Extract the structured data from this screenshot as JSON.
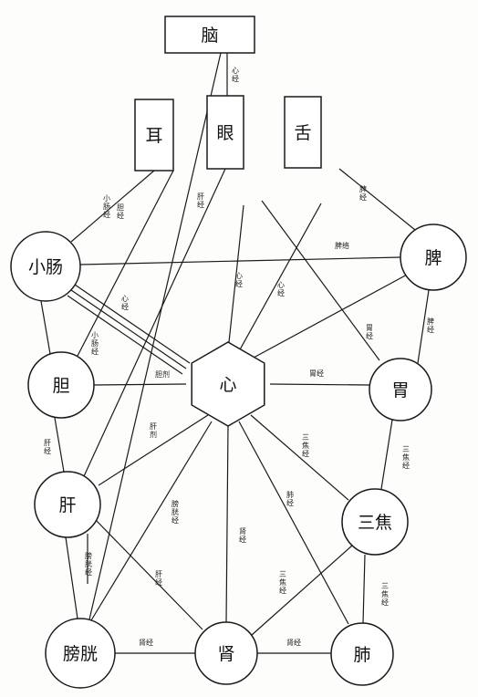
{
  "nodes": {
    "nao": {
      "label": "脑",
      "shape": "rect"
    },
    "er": {
      "label": "耳",
      "shape": "rect"
    },
    "yan": {
      "label": "眼",
      "shape": "rect"
    },
    "she": {
      "label": "舌",
      "shape": "rect"
    },
    "xiaochang": {
      "label": "小肠",
      "shape": "circle"
    },
    "pi": {
      "label": "脾",
      "shape": "circle"
    },
    "dan": {
      "label": "胆",
      "shape": "circle"
    },
    "xin": {
      "label": "心",
      "shape": "hexagon"
    },
    "wei": {
      "label": "胃",
      "shape": "circle"
    },
    "gan": {
      "label": "肝",
      "shape": "circle"
    },
    "sanjiao": {
      "label": "三焦",
      "shape": "circle"
    },
    "pangguang": {
      "label": "膀胱",
      "shape": "circle"
    },
    "shen": {
      "label": "肾",
      "shape": "circle"
    },
    "fei": {
      "label": "肺",
      "shape": "circle"
    }
  },
  "edges": [
    {
      "from": "nao",
      "to": "yan",
      "label": "心经"
    },
    {
      "from": "nao",
      "to": "pangguang",
      "label": ""
    },
    {
      "from": "er",
      "to": "xiaochang",
      "label": "小肠经"
    },
    {
      "from": "er",
      "to": "dan",
      "label": "胆经"
    },
    {
      "from": "yan",
      "to": "gan",
      "label": "肝经"
    },
    {
      "from": "yan",
      "to": "xin",
      "label": "心经"
    },
    {
      "from": "yan",
      "to": "wei",
      "label": "胃经"
    },
    {
      "from": "she",
      "to": "xin",
      "label": "心经"
    },
    {
      "from": "she",
      "to": "pi",
      "label": "脾经"
    },
    {
      "from": "xiaochang",
      "to": "pi",
      "label": "脾络"
    },
    {
      "from": "xiaochang",
      "to": "dan",
      "label": ""
    },
    {
      "from": "xiaochang",
      "to": "xin",
      "label": "心经"
    },
    {
      "from": "xiaochang",
      "to": "xin",
      "label": "小肠经"
    },
    {
      "from": "xiaochang",
      "to": "xin",
      "label": ""
    },
    {
      "from": "pi",
      "to": "wei",
      "label": "脾经"
    },
    {
      "from": "pi",
      "to": "xin",
      "label": ""
    },
    {
      "from": "dan",
      "to": "xin",
      "label": "胆剂"
    },
    {
      "from": "dan",
      "to": "gan",
      "label": "肝经"
    },
    {
      "from": "xin",
      "to": "wei",
      "label": "胃经"
    },
    {
      "from": "xin",
      "to": "gan",
      "label": "肝剂"
    },
    {
      "from": "xin",
      "to": "pangguang",
      "label": "膀胱经"
    },
    {
      "from": "xin",
      "to": "shen",
      "label": "肾经"
    },
    {
      "from": "xin",
      "to": "sanjiao",
      "label": "三焦经"
    },
    {
      "from": "xin",
      "to": "fei",
      "label": "肺经"
    },
    {
      "from": "wei",
      "to": "sanjiao",
      "label": "三焦经"
    },
    {
      "from": "gan",
      "to": "shen",
      "label": "肝经"
    },
    {
      "from": "gan",
      "to": "pangguang",
      "label": ""
    },
    {
      "from": "pangguang",
      "to": "shen",
      "label": "肾经"
    },
    {
      "from": "pangguang",
      "to": "pangguang",
      "label": "膀胱经"
    },
    {
      "from": "pangguang",
      "to": "pangguang",
      "label": "膀胱经"
    },
    {
      "from": "shen",
      "to": "sanjiao",
      "label": "三焦经"
    },
    {
      "from": "shen",
      "to": "fei",
      "label": "肾经"
    },
    {
      "from": "sanjiao",
      "to": "fei",
      "label": "三焦经"
    }
  ]
}
